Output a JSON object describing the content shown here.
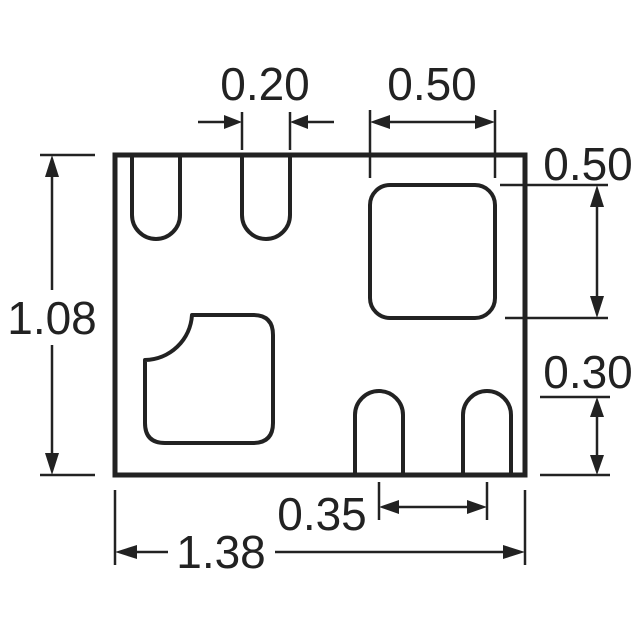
{
  "colors": {
    "stroke": "#222222",
    "background": "#ffffff"
  },
  "dimensions": {
    "pad_pitch": "0.20",
    "pad_width": "0.50",
    "pad_height": "0.50",
    "pad_gap": "0.30",
    "body_height": "1.08",
    "body_width": "1.38",
    "bottom_pitch": "0.35"
  }
}
